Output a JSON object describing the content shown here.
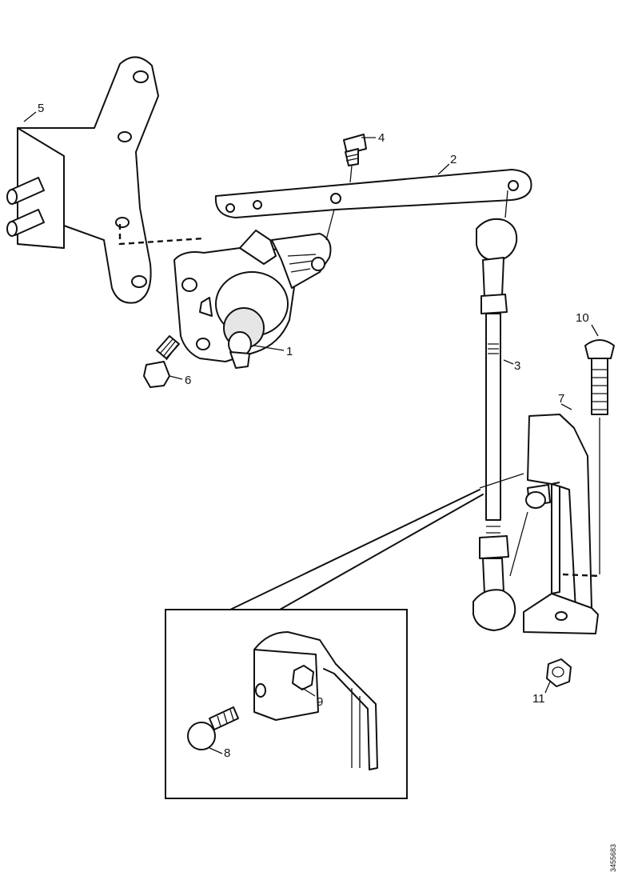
{
  "diagram": {
    "callouts": {
      "c1": "1",
      "c2": "2",
      "c3": "3",
      "c4": "4",
      "c5": "5",
      "c6": "6",
      "c7": "7",
      "c8": "8",
      "c9": "9",
      "c10": "10",
      "c11": "11"
    },
    "reference_code": "3455683"
  }
}
